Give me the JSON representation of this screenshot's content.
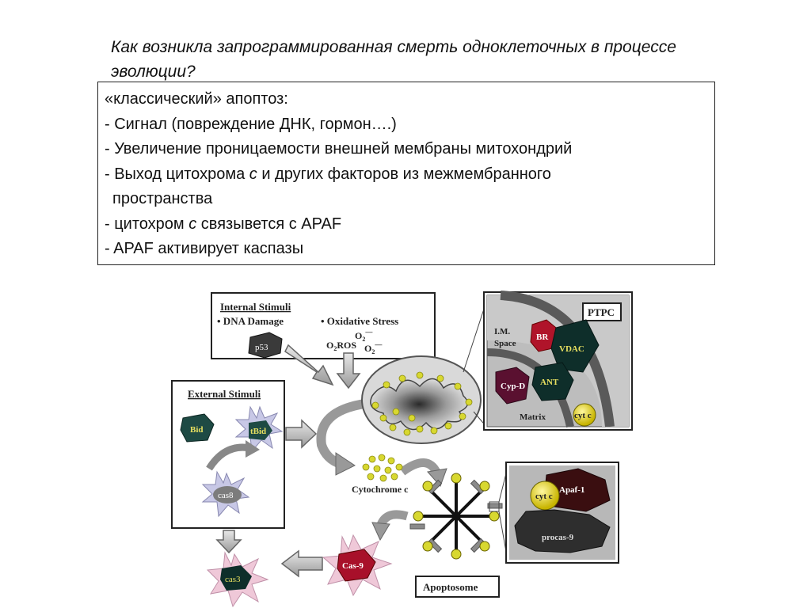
{
  "title": "Как возникла запрограммированная смерть одноклеточных в процессе эволюции?",
  "box": {
    "heading": "«классический» апоптоз:",
    "item1": "- Сигнал (повреждение ДНК, гормон….)",
    "item2": "- Увеличение проницаемости внешней мембраны митохондрий",
    "item3_pre": "- Выход цитохрома ",
    "item3_c": "с",
    "item3_post": " и других факторов из межмембранного",
    "item3_cont": "пространства",
    "item4_pre": "- цитохром ",
    "item4_c": "с",
    "item4_post": " связывется с APAF",
    "item5": "- APAF активирует каспазы"
  },
  "diagram": {
    "internal_title": "Internal Stimuli",
    "dna_damage": "• DNA Damage",
    "oxidative_stress": "• Oxidative Stress",
    "o2_top": "O",
    "o2_top_sub": "2",
    "o2_top_sup": "—",
    "o2_ros_pre": "O",
    "o2_ros_sub": "2",
    "ros": "ROS",
    "o2_right": "O",
    "o2_right_sub": "2",
    "o2_right_sup": "—",
    "p53": "p53",
    "external_title": "External Stimuli",
    "bid": "Bid",
    "tbid": "tBid",
    "cas8": "cas8",
    "cas3": "cas3",
    "cas9": "Cas-9",
    "cytochrome": "Cytochrome c",
    "apoptosome": "Apoptosome",
    "ptpc": "PTPC",
    "im_space_1": "I.M.",
    "im_space_2": "Space",
    "br": "BR",
    "vdac": "VDAC",
    "ant": "ANT",
    "cypd": "Cyp-D",
    "matrix": "Matrix",
    "cytc_inset": "cyt c",
    "cytc_apaf": "cyt c",
    "apaf1": "Apaf-1",
    "procas9": "procas-9"
  }
}
